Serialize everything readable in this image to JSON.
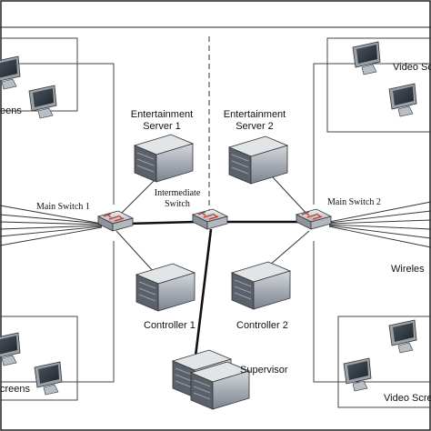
{
  "labels": {
    "entertainment_server_1": [
      "Entertainment",
      "Server 1"
    ],
    "entertainment_server_2": [
      "Entertainment",
      "Server 2"
    ],
    "intermediate_switch": [
      "Intermediate",
      "Switch"
    ],
    "main_switch_1": "Main Switch 1",
    "main_switch_2": "Main Switch 2",
    "controller_1": "Controller 1",
    "controller_2": "Controller 2",
    "supervisor": "Supervisor",
    "screens_top_left": "eens",
    "screens_bottom_left": "creens",
    "video_screens_top_right": "Video Scre",
    "video_screens_bottom_right": "Video Scre",
    "wireless": "Wireles"
  },
  "colors": {
    "line": "#222222",
    "device_dark": "#3a3f47",
    "device_mid": "#8a919b",
    "device_light": "#c9ced4",
    "switch_red": "#c0392b"
  }
}
